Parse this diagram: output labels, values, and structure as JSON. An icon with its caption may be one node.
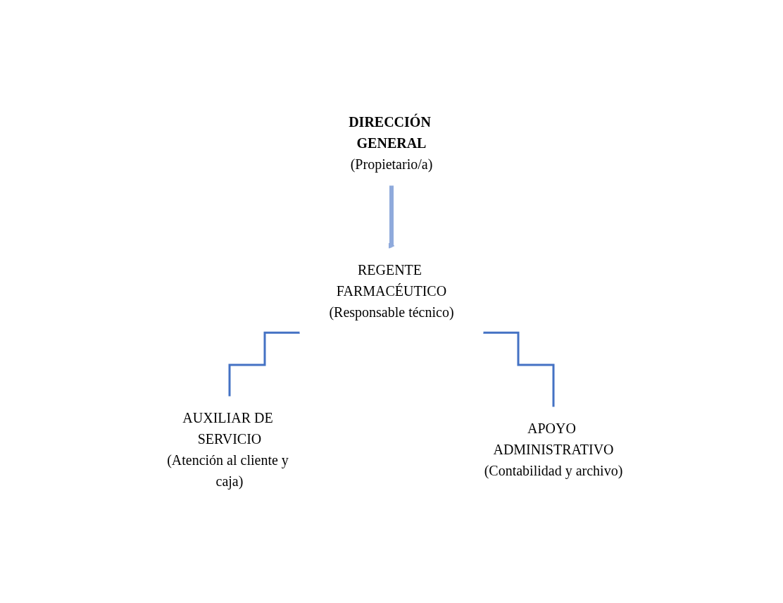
{
  "diagram": {
    "nodes": [
      {
        "text": [
          "DIRECCIÓN GENERAL",
          "(Propietario/a)"
        ]
      },
      {
        "text": [
          "REGENTE FARMACÉUTICO",
          "(Responsable técnico)"
        ]
      },
      {
        "text": [
          "AUXILIAR DE SERVICIO",
          "(Atención al cliente y caja)"
        ]
      },
      {
        "text": [
          "APOYO ADMINISTRATIVO",
          "(Contabilidad y archivo)"
        ]
      }
    ],
    "edges": [
      {
        "from": 0,
        "to": 1,
        "arrow": "to",
        "style": "thick",
        "color": "#8faadc"
      },
      {
        "from": 1,
        "to": 2,
        "arrow": "none"
      },
      {
        "from": 1,
        "to": 3,
        "arrow": "none"
      }
    ]
  }
}
